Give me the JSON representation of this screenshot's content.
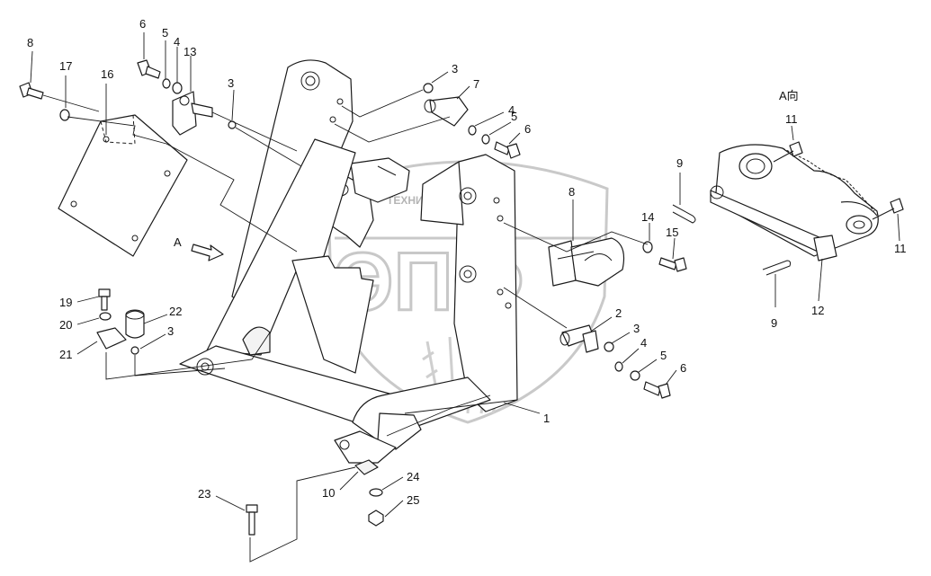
{
  "view_label": "A向",
  "arrow_label": "A",
  "watermark": {
    "top_text": "ТЕХНИКА И ЗАПЧАСТИ",
    "main_text": "ЭПФ"
  },
  "callouts": [
    {
      "id": "c1",
      "label": "1"
    },
    {
      "id": "c2",
      "label": "2"
    },
    {
      "id": "c3a",
      "label": "3"
    },
    {
      "id": "c3b",
      "label": "3"
    },
    {
      "id": "c3c",
      "label": "3"
    },
    {
      "id": "c3d",
      "label": "3"
    },
    {
      "id": "c4a",
      "label": "4"
    },
    {
      "id": "c4b",
      "label": "4"
    },
    {
      "id": "c4c",
      "label": "4"
    },
    {
      "id": "c5a",
      "label": "5"
    },
    {
      "id": "c5b",
      "label": "5"
    },
    {
      "id": "c5c",
      "label": "5"
    },
    {
      "id": "c6a",
      "label": "6"
    },
    {
      "id": "c6b",
      "label": "6"
    },
    {
      "id": "c6c",
      "label": "6"
    },
    {
      "id": "c7",
      "label": "7"
    },
    {
      "id": "c8a",
      "label": "8"
    },
    {
      "id": "c8b",
      "label": "8"
    },
    {
      "id": "c9a",
      "label": "9"
    },
    {
      "id": "c9b",
      "label": "9"
    },
    {
      "id": "c10",
      "label": "10"
    },
    {
      "id": "c11a",
      "label": "11"
    },
    {
      "id": "c11b",
      "label": "11"
    },
    {
      "id": "c12",
      "label": "12"
    },
    {
      "id": "c13",
      "label": "13"
    },
    {
      "id": "c14",
      "label": "14"
    },
    {
      "id": "c15",
      "label": "15"
    },
    {
      "id": "c16",
      "label": "16"
    },
    {
      "id": "c17",
      "label": "17"
    },
    {
      "id": "c19",
      "label": "19"
    },
    {
      "id": "c20",
      "label": "20"
    },
    {
      "id": "c21",
      "label": "21"
    },
    {
      "id": "c22",
      "label": "22"
    },
    {
      "id": "c23",
      "label": "23"
    },
    {
      "id": "c24",
      "label": "24"
    },
    {
      "id": "c25",
      "label": "25"
    }
  ]
}
